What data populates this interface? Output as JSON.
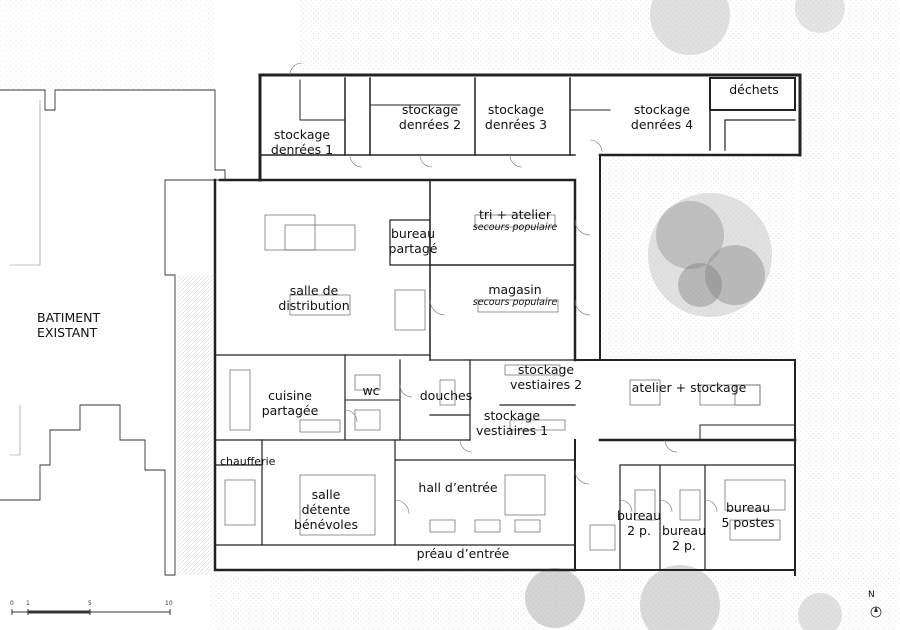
{
  "rooms": {
    "stockage_denrees_1": [
      "stockage",
      "denrées 1"
    ],
    "stockage_denrees_2": [
      "stockage",
      "denrées 2"
    ],
    "stockage_denrees_3": [
      "stockage",
      "denrées 3"
    ],
    "stockage_denrees_4": [
      "stockage",
      "denrées 4"
    ],
    "dechets": "déchets",
    "tri_atelier": "tri + atelier",
    "tri_atelier_sub": "secours populaire",
    "bureau_partage": [
      "bureau",
      "partagé"
    ],
    "salle_distribution": [
      "salle de",
      "distribution"
    ],
    "magasin": "magasin",
    "magasin_sub": "secours populaire",
    "batiment_existant": [
      "BATIMENT",
      "EXISTANT"
    ],
    "cuisine_partagee": [
      "cuisine",
      "partagée"
    ],
    "wc": "wc",
    "douches": "douches",
    "stockage_vestiaires_2": [
      "stockage",
      "vestiaires 2"
    ],
    "stockage_vestiaires_1": [
      "stockage",
      "vestiaires 1"
    ],
    "atelier_stockage": "atelier + stockage",
    "chaufferie": "chaufferie",
    "salle_detente": [
      "salle",
      "détente",
      "bénévoles"
    ],
    "hall_entree": "hall d’entrée",
    "preau_entree": "préau d’entrée",
    "bureau_2p_a": [
      "bureau",
      "2 p."
    ],
    "bureau_2p_b": [
      "bureau",
      "2 p."
    ],
    "bureau_5_postes": [
      "bureau",
      "5 postes"
    ]
  },
  "scale_bar": {
    "ticks": [
      "0",
      "1",
      "5",
      "10"
    ]
  },
  "north_label": "N"
}
